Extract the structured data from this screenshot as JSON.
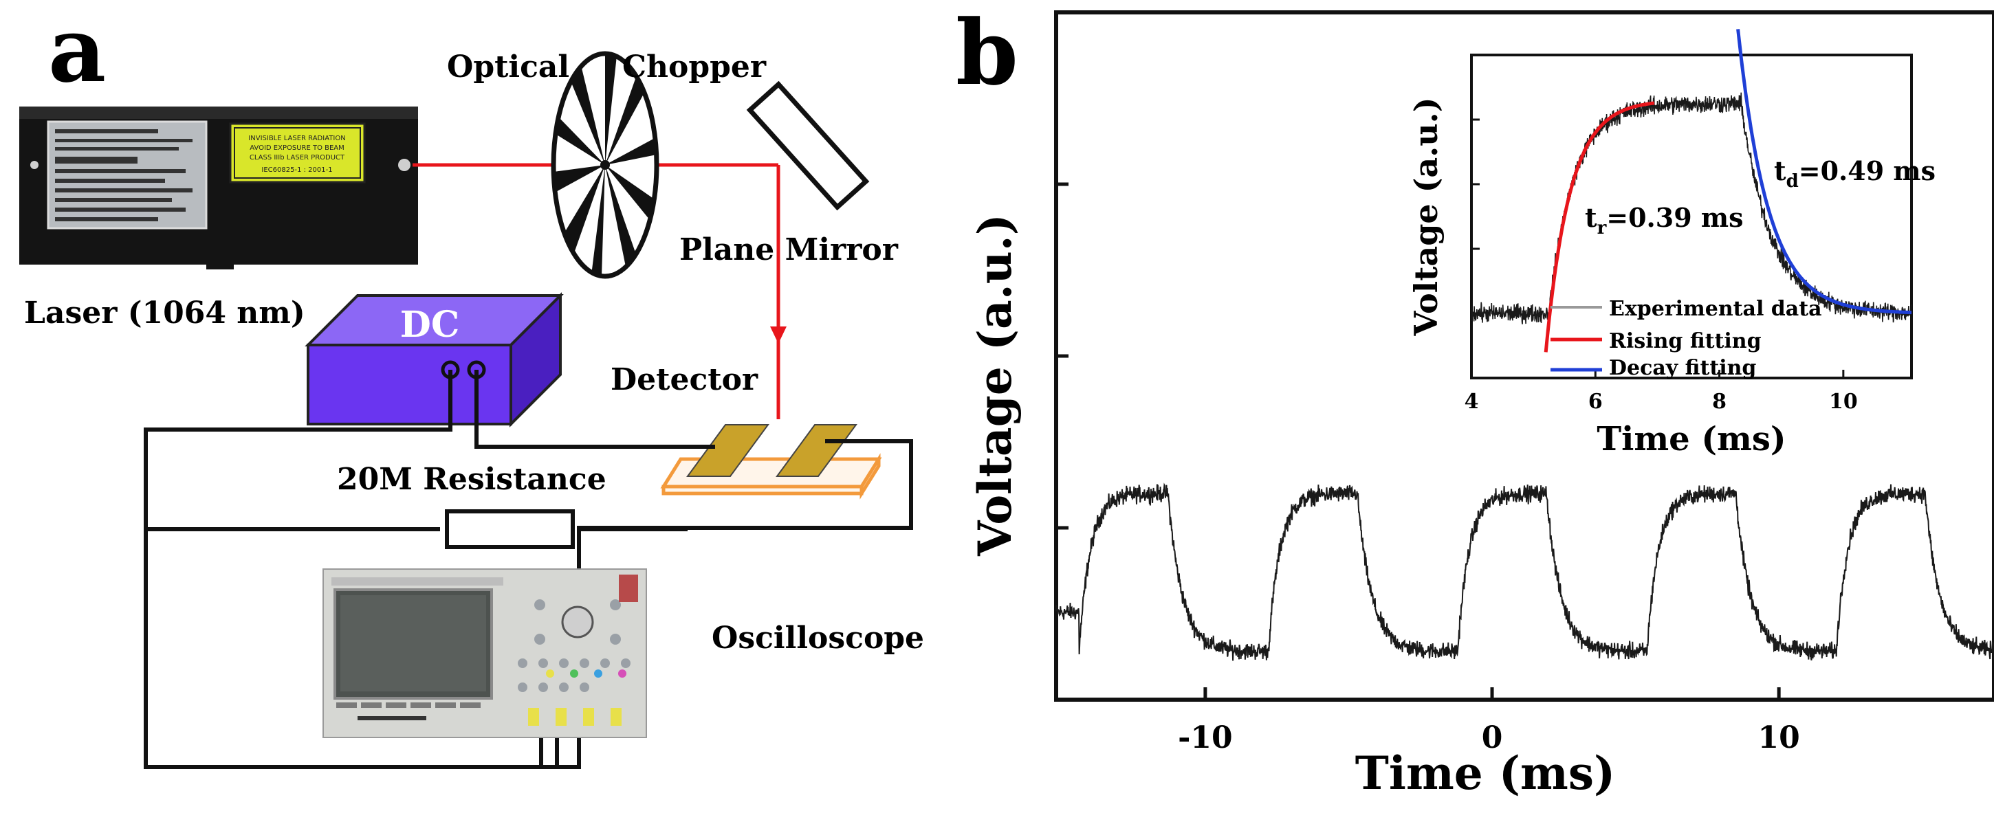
{
  "panel_a": {
    "label": "a",
    "laser_label": "Laser (1064 nm)",
    "laser_plate_text": [
      "INVISIBLE LASER RADIATION",
      "AVOID EXPOSURE TO BEAM",
      "CLASS IIIb LASER PRODUCT",
      "IEC60825-1 : 2001-1"
    ],
    "chopper_label_1": "Optical",
    "chopper_label_2": "Chopper",
    "mirror_label": "Plane Mirror",
    "dc_label": "DC",
    "detector_label": "Detector",
    "resistance_label": "20M Resistance",
    "oscilloscope_label": "Oscilloscope",
    "colors": {
      "beam": "#e8151b",
      "dc_box": "#6a35f0",
      "electrode": "#c9a22a",
      "substrate": "#f39a3c"
    }
  },
  "panel_b": {
    "label": "b"
  },
  "chart_data": [
    {
      "type": "line",
      "xlabel": "Time (ms)",
      "ylabel": "Voltage (a.u.)",
      "xlim": [
        -15.2,
        17.5
      ],
      "ylim": [
        0,
        1
      ],
      "xticks": [
        -10,
        0,
        10
      ],
      "yticks_labelled": false,
      "period_ms": 6.6,
      "series": [
        {
          "low_level": 0.07,
          "high_level": 0.3,
          "rise_edges_ms": [
            -14.4,
            -7.8,
            -1.2,
            5.4,
            12.0
          ],
          "fall_edges_ms": [
            -11.3,
            -4.7,
            1.9,
            8.5,
            15.1
          ],
          "rise_time_ms": 0.39,
          "decay_time_ms": 0.49,
          "color": "#1a1a1a"
        }
      ]
    },
    {
      "type": "line",
      "inset": true,
      "xlabel": "Time (ms)",
      "ylabel": "Voltage (a.u.)",
      "xlim": [
        4,
        11.1
      ],
      "ylim": [
        0,
        1
      ],
      "xticks": [
        4,
        6,
        8,
        10
      ],
      "annotations": [
        {
          "label_main": "t",
          "label_sub": "r",
          "label_rest": "=0.39 ms",
          "x": 5.9,
          "y": 0.59
        },
        {
          "label_main": "t",
          "label_sub": "d",
          "label_rest": "=0.49 ms",
          "x": 8.9,
          "y": 0.75
        }
      ],
      "legend": [
        "Experimental data",
        "Rising fitting",
        "Decay fitting"
      ],
      "legend_position": "bottom-center",
      "series": [
        {
          "name": "Experimental data",
          "color": "#1a1a1a",
          "x_range": [
            4,
            11.1
          ],
          "low_level": 0.2,
          "high_level": 0.85,
          "rise_start": 5.25,
          "fall_start": 8.35,
          "tau_rise": 0.39,
          "tau_decay": 0.49
        },
        {
          "name": "Rising fitting",
          "color": "#e8151b",
          "x_range": [
            5.2,
            6.95
          ],
          "low_level": 0.08,
          "high_level": 0.86,
          "start": 5.2,
          "tau": 0.39
        },
        {
          "name": "Decay fitting",
          "color": "#1f3fd6",
          "x_range": [
            8.3,
            11.1
          ],
          "low_level": 0.2,
          "high_level": 1.08,
          "start": 8.3,
          "tau": 0.49
        }
      ]
    }
  ]
}
